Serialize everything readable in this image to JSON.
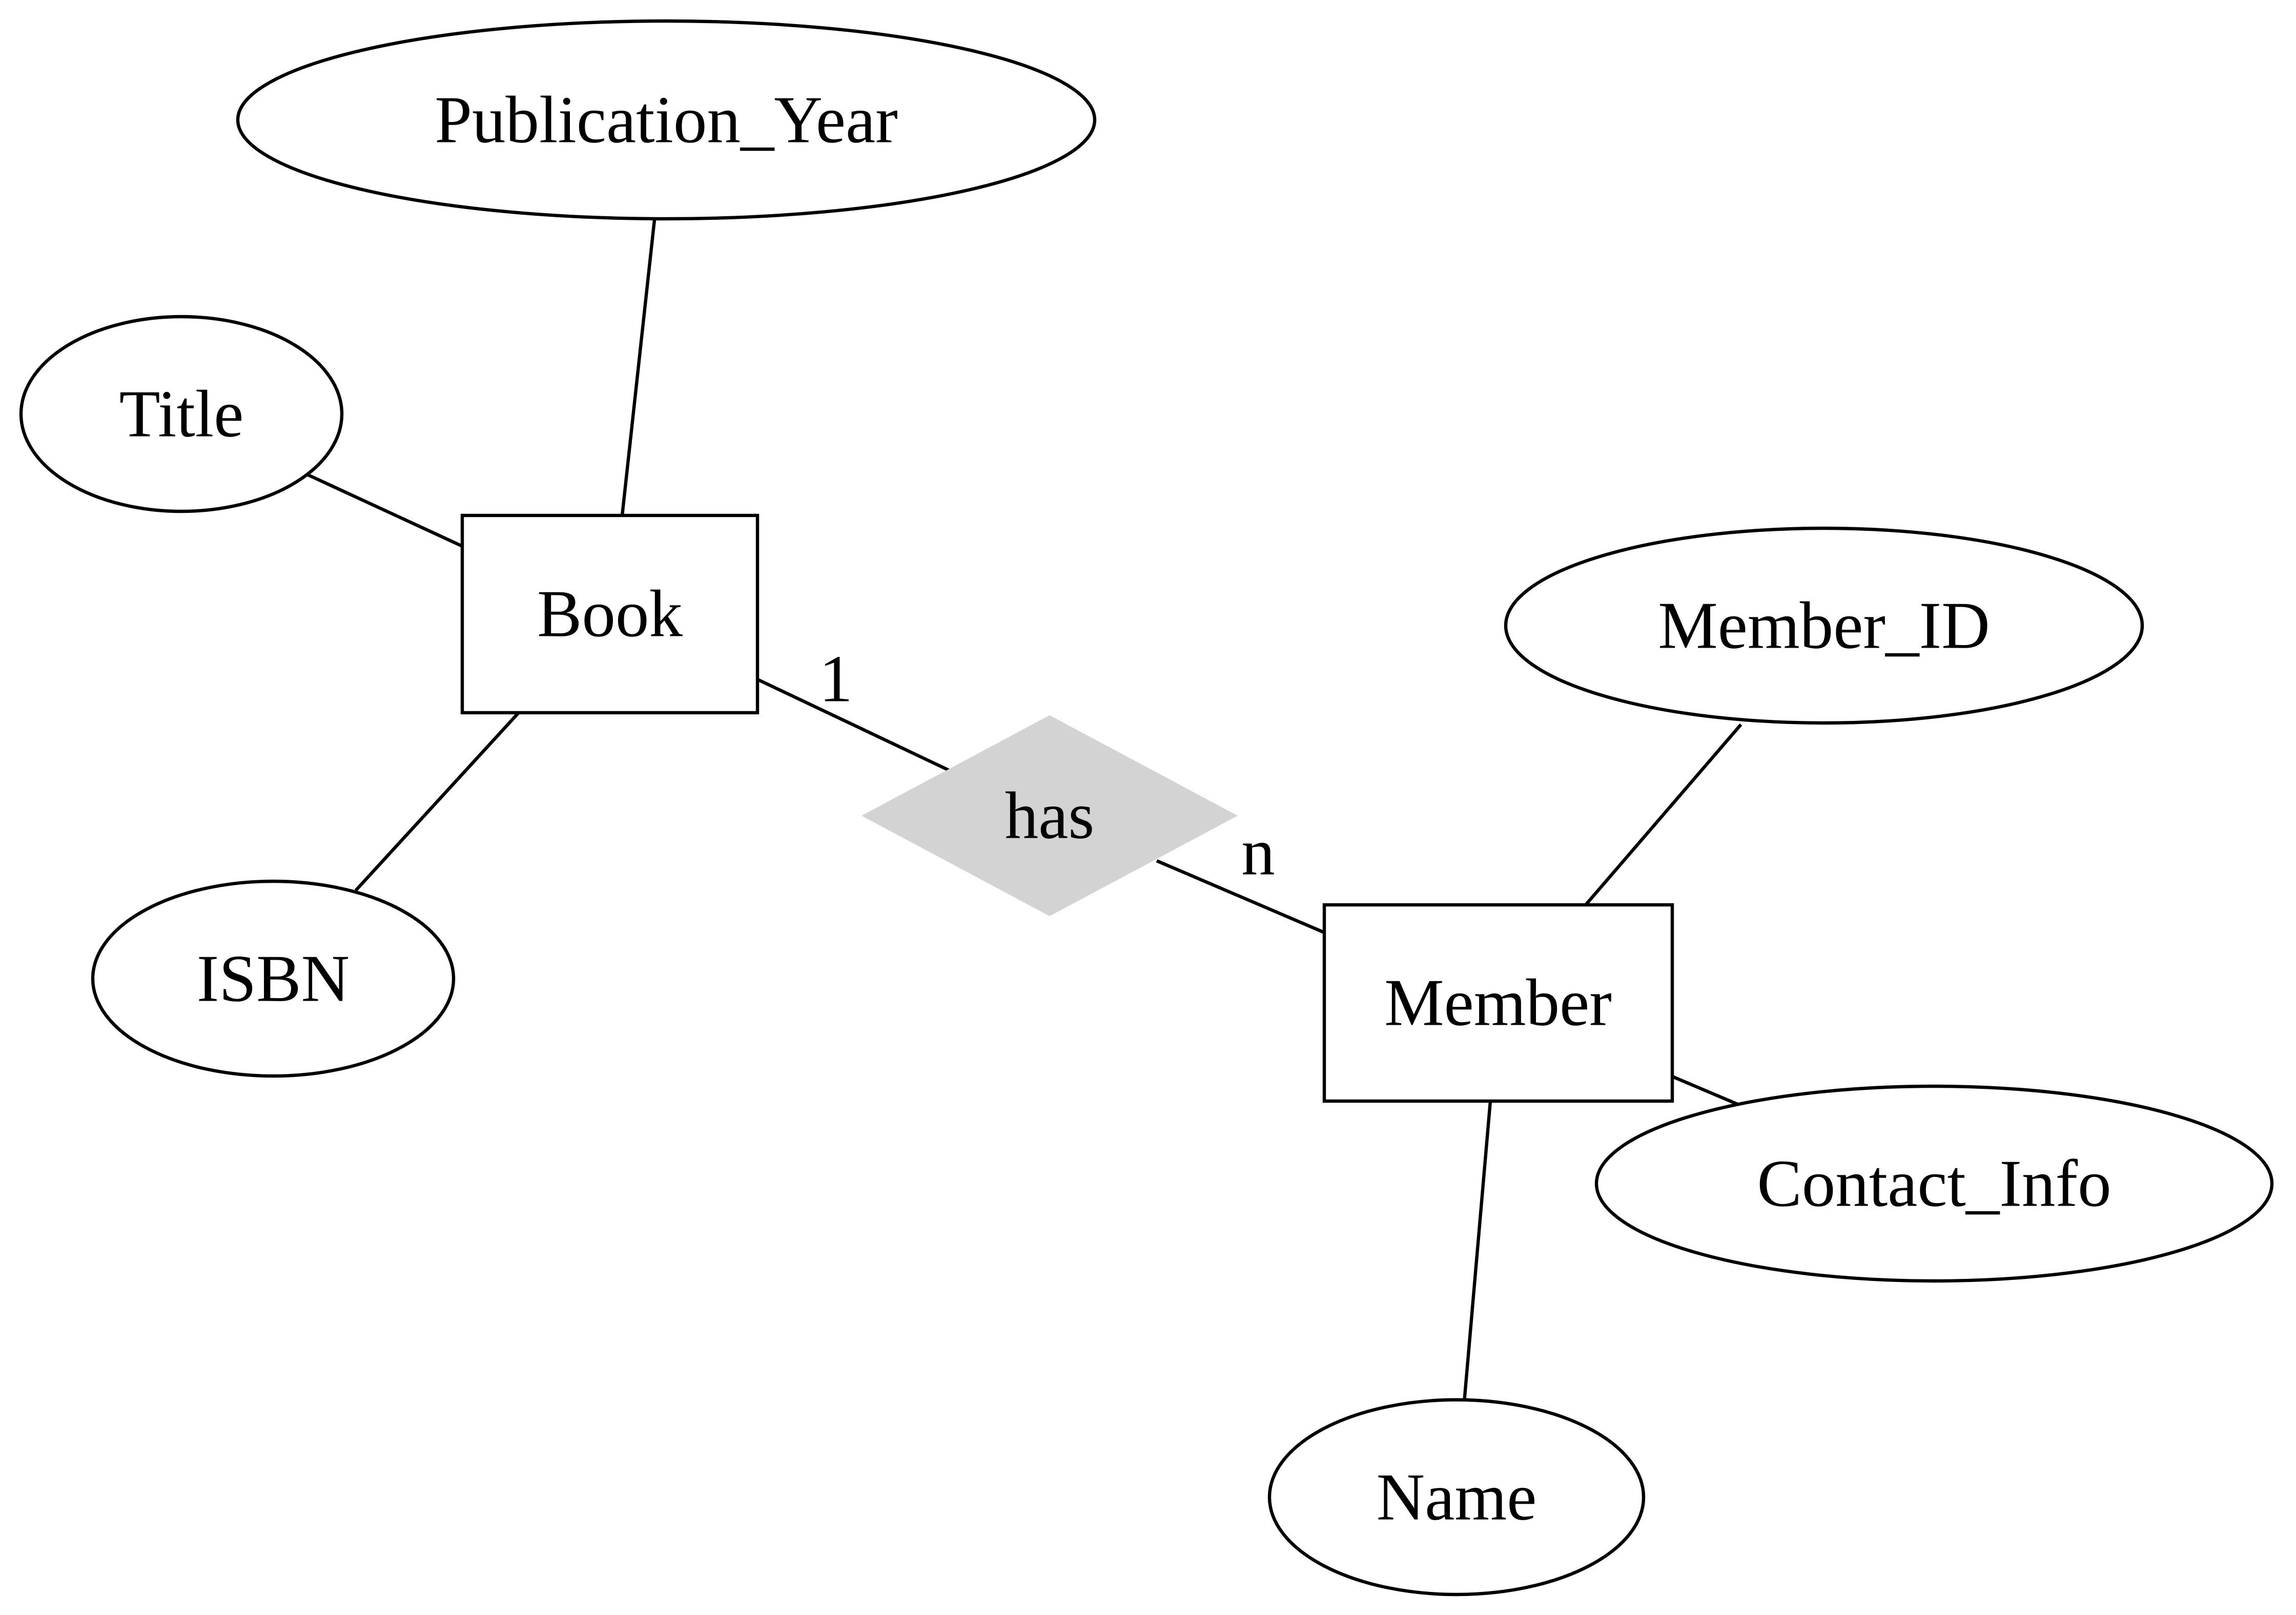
{
  "entities": {
    "book": "Book",
    "member": "Member"
  },
  "attributes": {
    "publication_year": "Publication_Year",
    "title": "Title",
    "isbn": "ISBN",
    "member_id": "Member_ID",
    "contact_info": "Contact_Info",
    "name": "Name"
  },
  "relationship": {
    "label": "has",
    "fill_color": "#d3d3d3"
  },
  "cardinality": {
    "book_side": "1",
    "member_side": "n"
  }
}
